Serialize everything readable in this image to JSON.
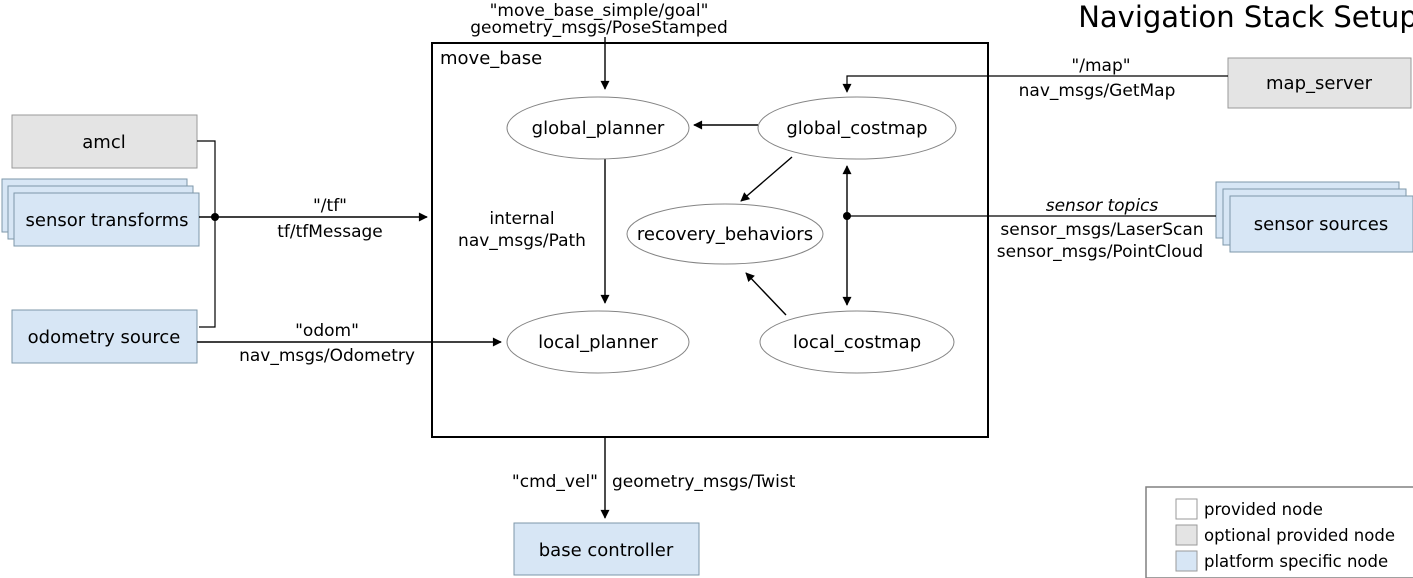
{
  "title": {
    "text": "Navigation Stack Setup",
    "color": "#3b6ea5"
  },
  "container": {
    "label": "move_base"
  },
  "nodes": {
    "global_planner": "global_planner",
    "global_costmap": "global_costmap",
    "recovery_behaviors": "recovery_behaviors",
    "local_planner": "local_planner",
    "local_costmap": "local_costmap",
    "amcl": "amcl",
    "sensor_transforms": "sensor transforms",
    "odometry_source": "odometry source",
    "map_server": "map_server",
    "sensor_sources": "sensor sources",
    "base_controller": "base controller"
  },
  "edges": {
    "goal_topic": "\"move_base_simple/goal\"",
    "goal_type": "geometry_msgs/PoseStamped",
    "tf_topic": "\"/tf\"",
    "tf_type": "tf/tfMessage",
    "odom_topic": "\"odom\"",
    "odom_type": "nav_msgs/Odometry",
    "map_topic": "\"/map\"",
    "map_type": "nav_msgs/GetMap",
    "sensor_topics_label": "sensor topics",
    "sensor_type_laser": "sensor_msgs/LaserScan",
    "sensor_type_cloud": "sensor_msgs/PointCloud",
    "internal_label": "internal",
    "internal_type": "nav_msgs/Path",
    "cmd_vel_topic": "\"cmd_vel\"",
    "cmd_vel_type": "geometry_msgs/Twist"
  },
  "colors": {
    "provided_node": "#ffffff",
    "optional_node": "#e4e4e4",
    "platform_node": "#d7e6f5"
  },
  "legend": {
    "items": [
      {
        "label": "provided node",
        "color": "#ffffff"
      },
      {
        "label": "optional provided node",
        "color": "#e4e4e4"
      },
      {
        "label": "platform specific node",
        "color": "#d7e6f5"
      }
    ]
  }
}
